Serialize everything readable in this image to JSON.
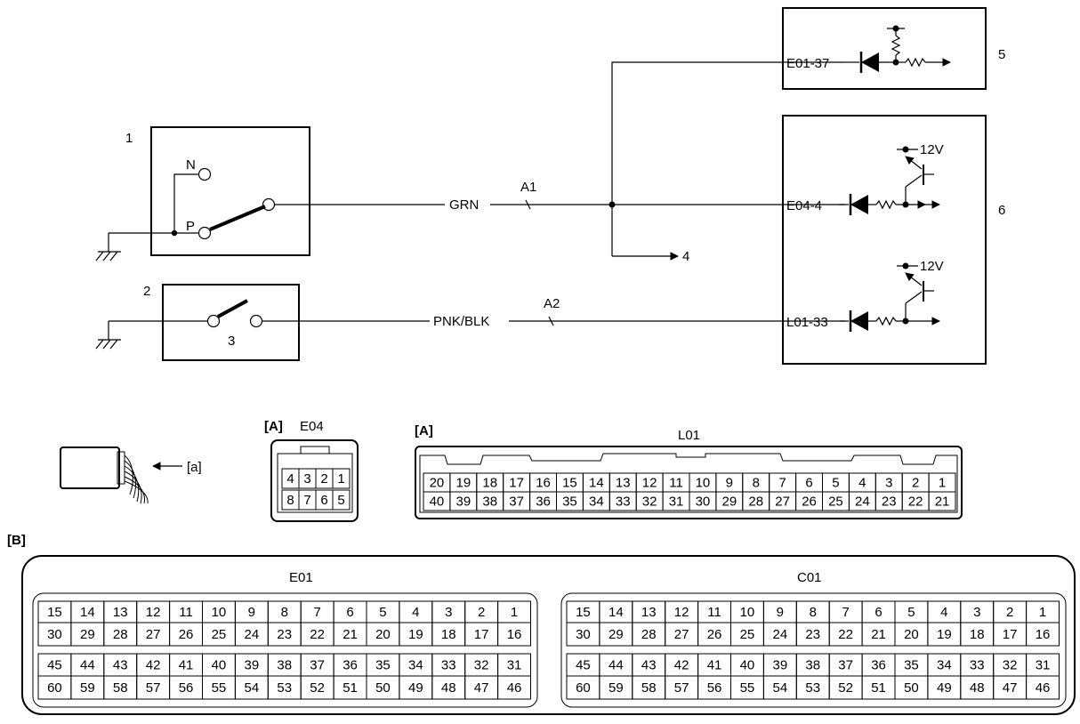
{
  "components": {
    "c1": "1",
    "c2": "2",
    "c3": "3",
    "c4": "4",
    "c5": "5",
    "c6": "6",
    "n": "N",
    "p": "P",
    "v12": "12V"
  },
  "wires": {
    "w1_color": "GRN",
    "w1_id": "A1",
    "w2_color": "PNK/BLK",
    "w2_id": "A2"
  },
  "terminals": {
    "t_e01_37": "E01-37",
    "t_e04_4": "E04-4",
    "t_l01_33": "L01-33"
  },
  "connectors": {
    "tag_a": "[A]",
    "tag_b": "[B]",
    "tag_small": "[a]",
    "e04": {
      "name": "E04",
      "top": [
        "4",
        "3",
        "2",
        "1"
      ],
      "bottom": [
        "8",
        "7",
        "6",
        "5"
      ]
    },
    "l01": {
      "name": "L01",
      "top": [
        "20",
        "19",
        "18",
        "17",
        "16",
        "15",
        "14",
        "13",
        "12",
        "11",
        "10",
        "9",
        "8",
        "7",
        "6",
        "5",
        "4",
        "3",
        "2",
        "1"
      ],
      "bottom": [
        "40",
        "39",
        "38",
        "37",
        "36",
        "35",
        "34",
        "33",
        "32",
        "31",
        "30",
        "29",
        "28",
        "27",
        "26",
        "25",
        "24",
        "23",
        "22",
        "21"
      ]
    },
    "e01": {
      "name": "E01",
      "r1": [
        "15",
        "14",
        "13",
        "12",
        "11",
        "10",
        "9",
        "8",
        "7",
        "6",
        "5",
        "4",
        "3",
        "2",
        "1"
      ],
      "r2": [
        "30",
        "29",
        "28",
        "27",
        "26",
        "25",
        "24",
        "23",
        "22",
        "21",
        "20",
        "19",
        "18",
        "17",
        "16"
      ],
      "r3": [
        "45",
        "44",
        "43",
        "42",
        "41",
        "40",
        "39",
        "38",
        "37",
        "36",
        "35",
        "34",
        "33",
        "32",
        "31"
      ],
      "r4": [
        "60",
        "59",
        "58",
        "57",
        "56",
        "55",
        "54",
        "53",
        "52",
        "51",
        "50",
        "49",
        "48",
        "47",
        "46"
      ]
    },
    "c01": {
      "name": "C01",
      "r1": [
        "15",
        "14",
        "13",
        "12",
        "11",
        "10",
        "9",
        "8",
        "7",
        "6",
        "5",
        "4",
        "3",
        "2",
        "1"
      ],
      "r2": [
        "30",
        "29",
        "28",
        "27",
        "26",
        "25",
        "24",
        "23",
        "22",
        "21",
        "20",
        "19",
        "18",
        "17",
        "16"
      ],
      "r3": [
        "45",
        "44",
        "43",
        "42",
        "41",
        "40",
        "39",
        "38",
        "37",
        "36",
        "35",
        "34",
        "33",
        "32",
        "31"
      ],
      "r4": [
        "60",
        "59",
        "58",
        "57",
        "56",
        "55",
        "54",
        "53",
        "52",
        "51",
        "50",
        "49",
        "48",
        "47",
        "46"
      ]
    }
  }
}
